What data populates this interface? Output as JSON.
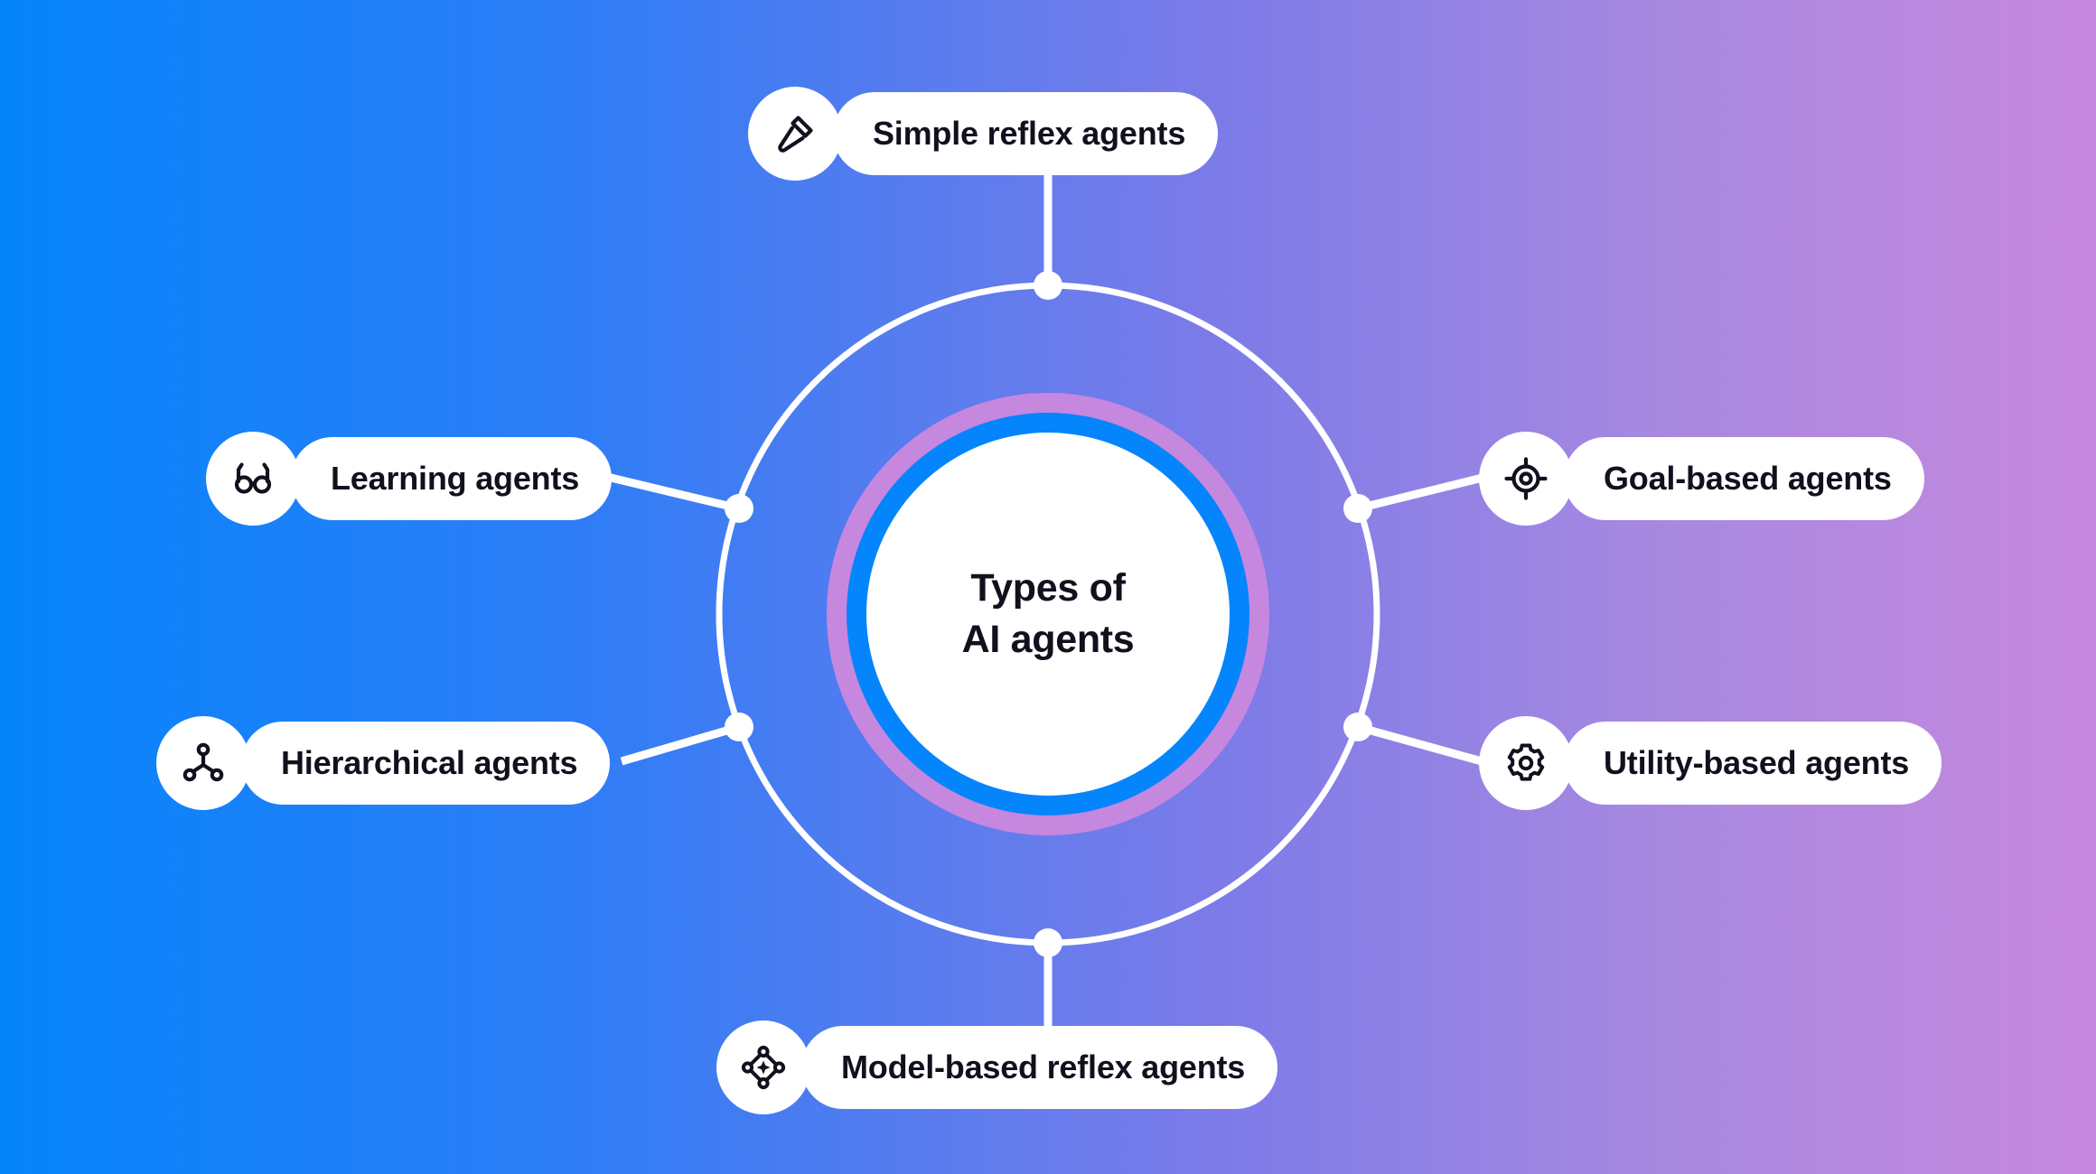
{
  "diagram": {
    "center": {
      "title": "Types of\nAI agents",
      "ring_outer_color": "#C687DE",
      "ring_inner_color": "#0585FB",
      "disc_color": "#FFFFFF"
    },
    "background": {
      "from": "#0585FB",
      "to": "#C687DE",
      "direction": "horizontal"
    },
    "connector_color": "#FFFFFF",
    "nodes": [
      {
        "id": "simple-reflex",
        "label": "Simple reflex agents",
        "icon": "hammer-icon",
        "position": "top"
      },
      {
        "id": "learning",
        "label": "Learning agents",
        "icon": "glasses-icon",
        "position": "left-upper"
      },
      {
        "id": "hierarchical",
        "label": "Hierarchical agents",
        "icon": "hierarchy-icon",
        "position": "left-lower"
      },
      {
        "id": "goal-based",
        "label": "Goal-based agents",
        "icon": "target-icon",
        "position": "right-upper"
      },
      {
        "id": "utility-based",
        "label": "Utility-based agents",
        "icon": "gear-icon",
        "position": "right-lower"
      },
      {
        "id": "model-based-reflex",
        "label": "Model-based reflex agents",
        "icon": "diamond-nodes-icon",
        "position": "bottom"
      }
    ]
  }
}
